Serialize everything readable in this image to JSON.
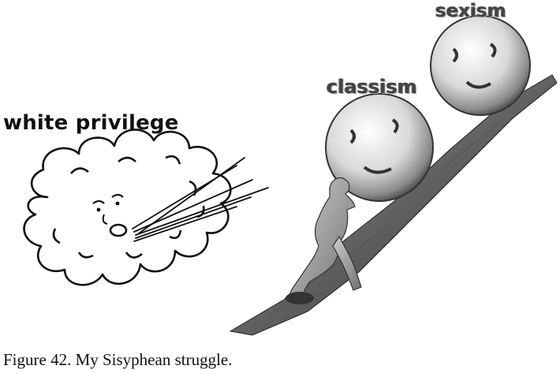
{
  "labels": {
    "white_privilege": "white privilege",
    "classism": "classism",
    "sexism": "sexism"
  },
  "caption": "Figure 42.  My Sisyphean struggle.",
  "icons": {
    "cloud": "wind-cloud-icon",
    "boulder_1": "boulder-icon",
    "boulder_2": "boulder-icon",
    "figure": "pushing-figure-icon",
    "hill": "hill-slope-icon"
  }
}
